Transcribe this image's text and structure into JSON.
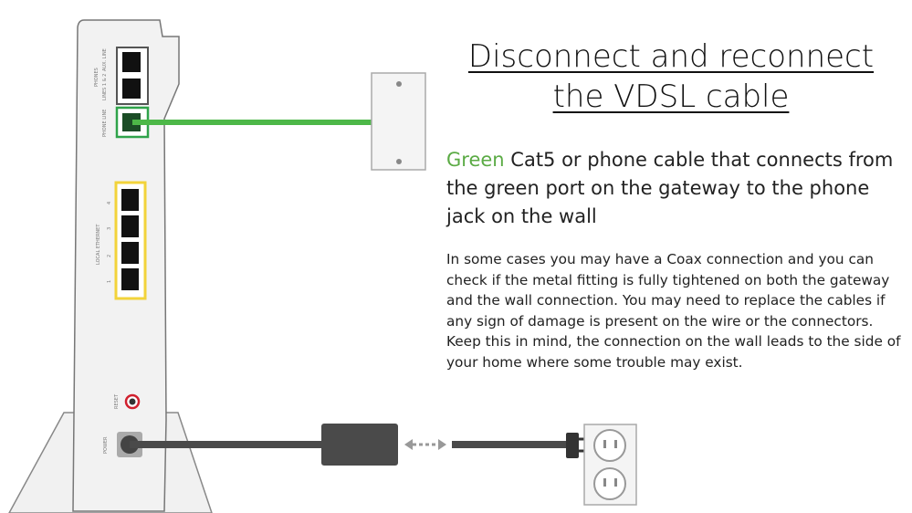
{
  "title_line1": "Disconnect and reconnect",
  "title_line2": "the VDSL cable",
  "lead_highlight": "Green",
  "lead_rest": " Cat5 or phone cable that connects from the green port on the gateway to the phone jack on the wall",
  "body": "In some cases you may have a Coax connection and you can check if the metal fitting is fully tightened on both the gateway and the wall connection. You may need to replace the cables if any sign of damage is present on the wire or the connectors. Keep this in mind, the connection on the wall leads to the side of your home where some trouble may exist.",
  "router_labels": {
    "phones": "PHONES",
    "lines": "LINES 1 & 2",
    "aux": "AUX. LINE",
    "phone_line": "PHONE LINE",
    "local_ethernet": "LOCAL ETHERNET",
    "ports": [
      "1",
      "2",
      "3",
      "4"
    ],
    "reset": "RESET",
    "power": "POWER"
  },
  "colors": {
    "green": "#4db848",
    "yellow": "#f2d33a",
    "cable": "#4a4a4a",
    "reset": "#d0202e"
  }
}
